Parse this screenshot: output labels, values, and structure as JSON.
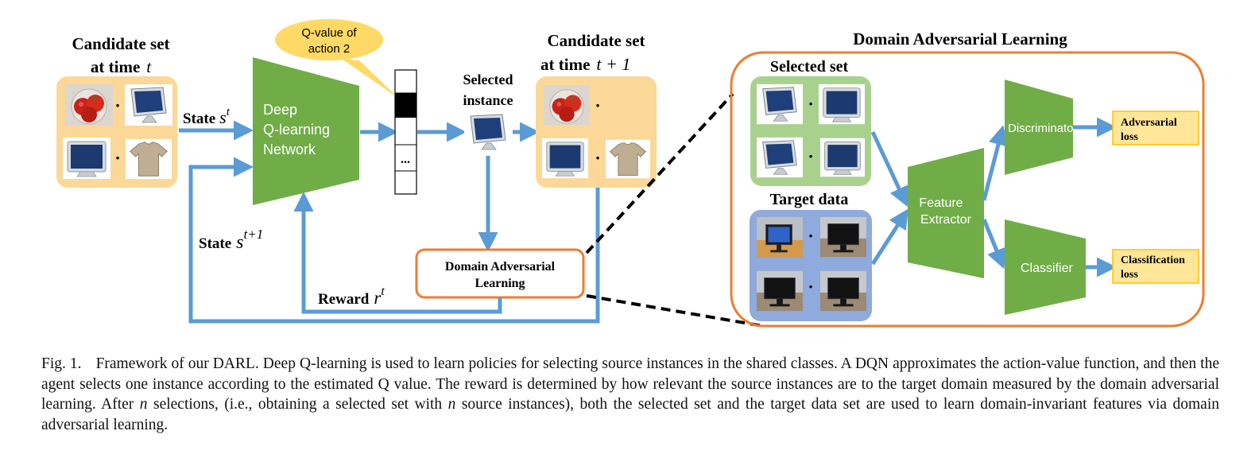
{
  "figure": {
    "left": {
      "candidate_t": {
        "line1": "Candidate set",
        "line2": "at time",
        "var": "t"
      },
      "candidate_t1": {
        "line1": "Candidate set",
        "line2": "at time",
        "var": "t + 1"
      },
      "state_st": {
        "label": "State",
        "var": "s",
        "sup": "t"
      },
      "state_st1": {
        "label": "State",
        "var": "s",
        "sup": "t+1"
      },
      "dqn": [
        "Deep",
        "Q-learning",
        "Network"
      ],
      "qvalue_bubble": [
        "Q-value of",
        "action 2"
      ],
      "q_vector_dots": "...",
      "selected_instance": [
        "Selected",
        "instance"
      ],
      "dal_box": [
        "Domain Adversarial",
        "Learning"
      ],
      "reward": {
        "label": "Reward",
        "var": "r",
        "sup": "t"
      },
      "dots": "·"
    },
    "right": {
      "title": "Domain Adversarial Learning",
      "selected_set": "Selected set",
      "target_data": "Target data",
      "feature_extractor": [
        "Feature",
        "Extractor"
      ],
      "discriminator": "Discriminator",
      "classifier": "Classifier",
      "adversarial_loss": [
        "Adversarial",
        "loss"
      ],
      "classification_loss": [
        "Classification",
        "loss"
      ]
    },
    "colors": {
      "green": "#70AD47",
      "arrow_blue": "#5B9BD5",
      "orange": "#ED7D31",
      "light_orange": "#FBD897",
      "bubble": "#FFD966",
      "loss_fill": "#FFE699",
      "loss_stroke": "#FFC000",
      "green_bg": "#A9D18E",
      "blue_bg": "#8FAADC"
    },
    "icons": [
      "tomato-photo-icon",
      "monitor-photo-icon",
      "tshirt-photo-icon",
      "office-monitor-photo-icon"
    ]
  },
  "caption": {
    "label": "Fig. 1.",
    "seg1": "Framework of our DARL. Deep Q-learning is used to learn policies for selecting source instances in the shared classes. A DQN approximates the action-value function, and then the agent selects one instance according to the estimated Q value. The reward is determined by how relevant the source instances are to the target domain measured by the domain adversarial learning. After ",
    "var_n": "n",
    "seg2": " selections, (i.e., obtaining a selected set with ",
    "seg3": " source instances), both the selected set and the target data set are used to learn domain-invariant features via domain adversarial learning."
  }
}
